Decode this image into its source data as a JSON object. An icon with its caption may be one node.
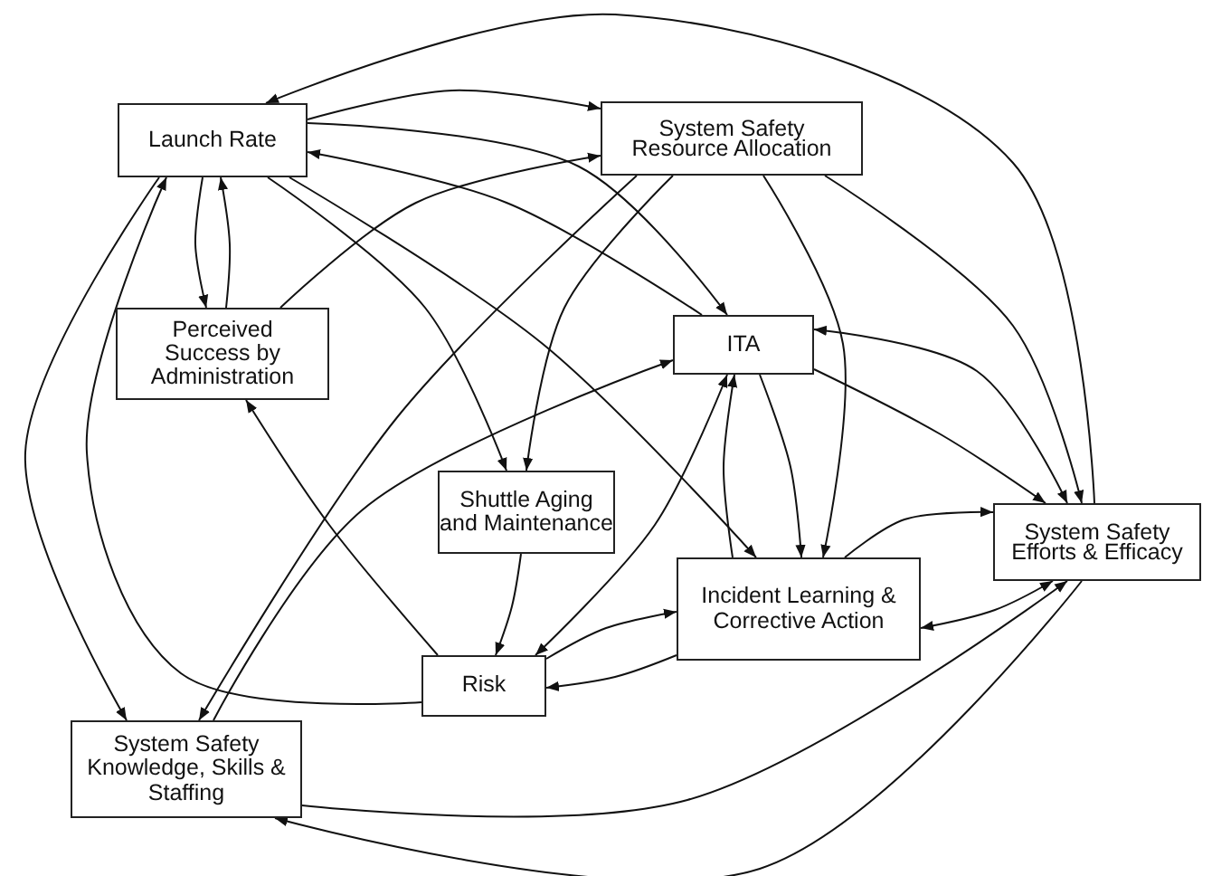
{
  "diagram": {
    "nodes": [
      {
        "text": [
          "Launch Rate"
        ]
      },
      {
        "text": [
          "System Safety Resource Allocation"
        ]
      },
      {
        "text": [
          "Perceived Success by Administration"
        ]
      },
      {
        "text": [
          "ITA"
        ]
      },
      {
        "text": [
          "Shuttle Aging and Maintenance"
        ]
      },
      {
        "text": [
          "Incident Learning & Corrective Action"
        ]
      },
      {
        "text": [
          "System Safety Efforts & Efficacy"
        ]
      },
      {
        "text": [
          "Risk"
        ]
      },
      {
        "text": [
          "System Safety Knowledge, Skills & Staffing"
        ]
      }
    ],
    "edges": [
      {
        "from": 6,
        "to": 0,
        "arrow": "to"
      },
      {
        "from": 0,
        "to": 1,
        "arrow": "to"
      },
      {
        "from": 3,
        "to": 0,
        "arrow": "to"
      },
      {
        "from": 0,
        "to": 3,
        "arrow": "to"
      },
      {
        "from": 0,
        "to": 2,
        "arrow": "to"
      },
      {
        "from": 2,
        "to": 0,
        "arrow": "to"
      },
      {
        "from": 2,
        "to": 1,
        "arrow": "to"
      },
      {
        "from": 0,
        "to": 4,
        "arrow": "to"
      },
      {
        "from": 0,
        "to": 5,
        "arrow": "to"
      },
      {
        "from": 0,
        "to": 8,
        "arrow": "to"
      },
      {
        "from": 7,
        "to": 0,
        "arrow": "to"
      },
      {
        "from": 1,
        "to": 4,
        "arrow": "to"
      },
      {
        "from": 1,
        "to": 8,
        "arrow": "to"
      },
      {
        "from": 1,
        "to": 5,
        "arrow": "to"
      },
      {
        "from": 1,
        "to": 6,
        "arrow": "to"
      },
      {
        "from": 6,
        "to": 3,
        "arrow": "both"
      },
      {
        "from": 3,
        "to": 6,
        "arrow": "to"
      },
      {
        "from": 3,
        "to": 5,
        "arrow": "to"
      },
      {
        "from": 5,
        "to": 3,
        "arrow": "to"
      },
      {
        "from": 7,
        "to": 3,
        "arrow": "both"
      },
      {
        "from": 4,
        "to": 7,
        "arrow": "to"
      },
      {
        "from": 7,
        "to": 5,
        "arrow": "to"
      },
      {
        "from": 5,
        "to": 7,
        "arrow": "to"
      },
      {
        "from": 7,
        "to": 2,
        "arrow": "to"
      },
      {
        "from": 5,
        "to": 6,
        "arrow": "to"
      },
      {
        "from": 5,
        "to": 6,
        "arrow": "both"
      },
      {
        "from": 8,
        "to": 6,
        "arrow": "to"
      },
      {
        "from": 6,
        "to": 8,
        "arrow": "to"
      },
      {
        "from": 8,
        "to": 3,
        "arrow": "to"
      }
    ]
  }
}
